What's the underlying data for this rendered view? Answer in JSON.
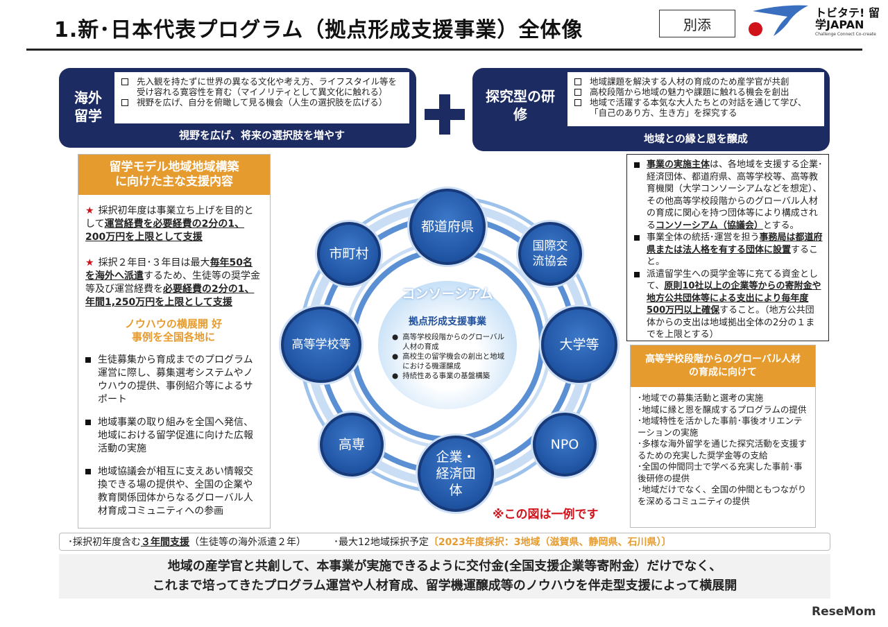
{
  "header": {
    "title": "1.新･日本代表プログラム（拠点形成支援事業）全体像",
    "attachment": "別添",
    "logo_text": "トビタテ! 留学JAPAN",
    "logo_tagline": "Challenge Connect Co-create"
  },
  "overseas": {
    "heading": "海外留学",
    "items": [
      "先入観を持たずに世界の異なる文化や考え方、ライフスタイル等を受け容れる寛容性を育む（マイノリティとして異文化に触れる）",
      "視野を広げ、自分を俯瞰して見る機会（人生の選択肢を広げる）"
    ],
    "footer": "視野を広げ、将来の選択肢を増やす"
  },
  "inquiry": {
    "heading": "探究型の研修",
    "items": [
      "地域課題を解決する人材の育成のため産学官が共創",
      "高校段階から地域の魅力や課題に触れる機会を創出",
      "地域で活躍する本気な大人たちとの対話を通じて学び、「自己のあり方、生き方」を探究する"
    ],
    "footer": "地域との縁と恩を醸成"
  },
  "left": {
    "heading": "留学モデル地域地域構築に向けた主な支援内容",
    "star_items": [
      [
        {
          "t": "採択初年度は事業立ち上げを目的として"
        },
        {
          "t": "運営経費を必要経費の2分の1、200万円を上限として支援",
          "b": true
        }
      ],
      [
        {
          "t": "採択２年目･３年目は最大"
        },
        {
          "t": "毎年50名を海外へ派遣",
          "b": true
        },
        {
          "t": "するため、生徒等の奨学金等及び運営経費を"
        },
        {
          "t": "必要経費の2分の1、年間1,250万円を上限として支援",
          "b": true
        }
      ]
    ],
    "subheading": "ノウハウの横展開 好事例を全国各地に",
    "items": [
      "生徒募集から育成までのプログラム運営に際し、募集選考システムやノウハウの提供、事例紹介等によるサポート",
      "地域事業の取り組みを全国へ発信、地域における留学促進に向けた広報活動の実施",
      "地域協議会が相互に支えあい情報交換できる場の提供や、全国の企業や教育関係団体からなるグローバル人材育成コミュニティへの参画"
    ]
  },
  "diagram": {
    "center_label": "コンソーシアム",
    "center_title": "拠点形成支援事業",
    "center_items": [
      "高等学校段階からのグローバル人材の育成",
      "高校生の留学機会の創出と地域における機運醸成",
      "持続性ある事業の基盤構築"
    ],
    "nodes": [
      "都道府県",
      "国際交流協会",
      "大学等",
      "NPO",
      "企業・経済団体",
      "高専",
      "高等学校等",
      "市町村"
    ],
    "note": "※この図は一例です"
  },
  "right": {
    "items": [
      [
        {
          "t": "事業の実施主体",
          "b": true
        },
        {
          "t": "は、各地域を支援する企業･経済団体、都道府県、高等学校等、高等教育機関（大学コンソーシアムなどを想定）、その他高等学校段階からのグローバル人材の育成に関心を持つ団体等により構成される"
        },
        {
          "t": "コンソーシアム（協議会）",
          "b": true
        },
        {
          "t": "とする。"
        }
      ],
      [
        {
          "t": "事業全体の統括･運営を担う"
        },
        {
          "t": "事務局は都道府県または法人格を有する団体に設置",
          "b": true
        },
        {
          "t": "すること。"
        }
      ],
      [
        {
          "t": "派遣留学生への奨学金等に充てる資金として、"
        },
        {
          "t": "原則10社以上の企業等からの寄附金や地方公共団体等による支出により毎年度500万円以上確保",
          "b": true
        },
        {
          "t": "すること。（地方公共団体からの支出は地域拠出全体の2分の１までを上限とする）"
        }
      ]
    ],
    "box_heading": "高等学校段階からのグローバル人材の育成に向けて",
    "box_items": [
      "地域での募集活動と選考の実施",
      "地域に縁と恩を醸成するプログラムの提供",
      "地域特性を活かした事前･事後オリエンテーションの実施",
      "多様な海外留学を通じた探究活動を支援するための充実した奨学金等の支給",
      "全国の仲間同士で学べる充実した事前･事後研修の提供",
      "地域だけでなく、全国の仲間ともつながりを深めるコミュニティの提供"
    ]
  },
  "bottom": {
    "support_prefix": "･採択初年度含む",
    "support_bold": "３年間支援",
    "support_suffix": "（生徒等の海外派遣２年）",
    "max_regions": "･最大12地域採択予定",
    "adopted": "〔2023年度採択：3地域（滋賀県、静岡県、石川県）〕",
    "summary_1": "地域の産学官と共創して、本事業が実施できるように交付金(全国支援企業等寄附金）だけでなく、",
    "summary_2": "これまで培ってきたプログラム運営や人材育成、留学機運醸成等のノウハウを伴走型支援によって横展開"
  },
  "watermark": "ReseMom"
}
